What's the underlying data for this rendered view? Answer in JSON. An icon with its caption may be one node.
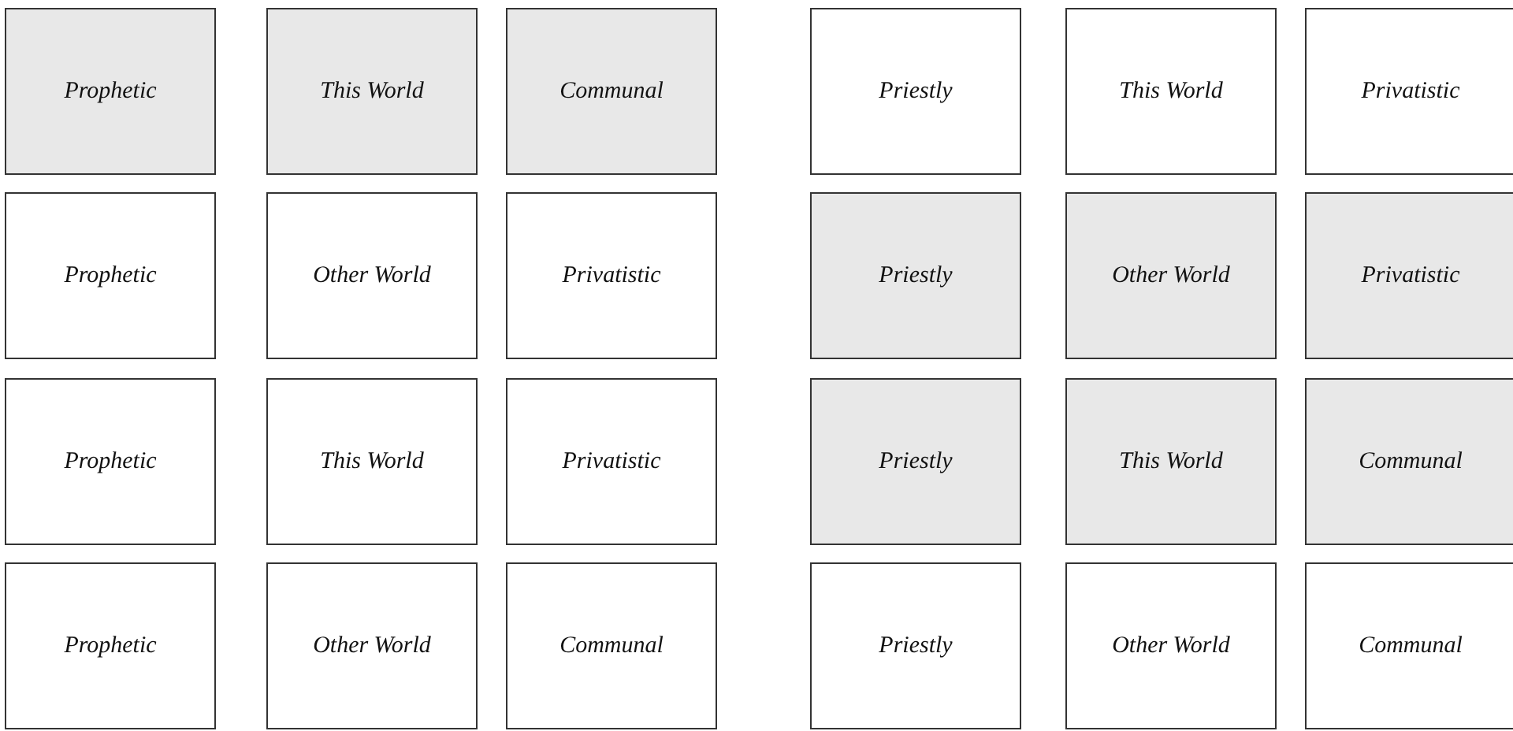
{
  "diagram": {
    "nodes": [
      {
        "text": [
          "Prophetic"
        ]
      },
      {
        "text": [
          "This World"
        ]
      },
      {
        "text": [
          "Communal"
        ]
      },
      {
        "text": [
          "Priestly"
        ]
      },
      {
        "text": [
          "This World"
        ]
      },
      {
        "text": [
          "Privatistic"
        ]
      },
      {
        "text": [
          "Prophetic"
        ]
      },
      {
        "text": [
          "Other World"
        ]
      },
      {
        "text": [
          "Privatistic"
        ]
      },
      {
        "text": [
          "Priestly"
        ]
      },
      {
        "text": [
          "Other World"
        ]
      },
      {
        "text": [
          "Privatistic"
        ]
      },
      {
        "text": [
          "Prophetic"
        ]
      },
      {
        "text": [
          "This World"
        ]
      },
      {
        "text": [
          "Privatistic"
        ]
      },
      {
        "text": [
          "Priestly"
        ]
      },
      {
        "text": [
          "This World"
        ]
      },
      {
        "text": [
          "Communal"
        ]
      },
      {
        "text": [
          "Prophetic"
        ]
      },
      {
        "text": [
          "Other World"
        ]
      },
      {
        "text": [
          "Communal"
        ]
      },
      {
        "text": [
          "Priestly"
        ]
      },
      {
        "text": [
          "Other World"
        ]
      },
      {
        "text": [
          "Communal"
        ]
      }
    ]
  }
}
